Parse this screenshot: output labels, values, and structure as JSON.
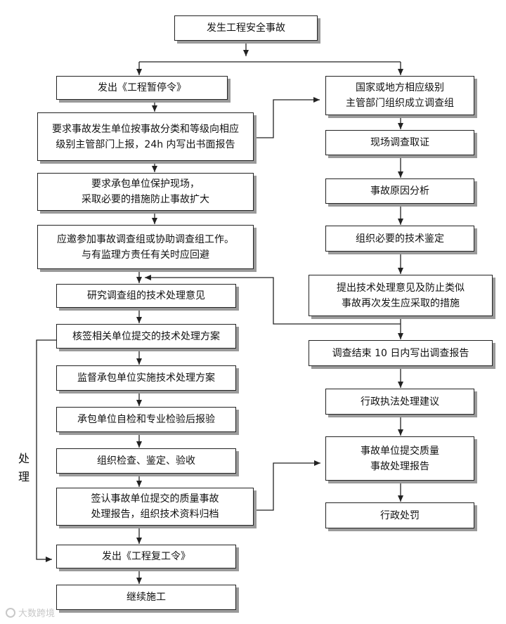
{
  "nodes": {
    "start": "发生工程安全事故",
    "stop_order": "发出《工程暂停令》",
    "report_line1": "要求事故发生单位按事故分类和等级向相应",
    "report_line2": "级别主管部门上报，24h 内写出书面报告",
    "protect_line1": "要求承包单位保护现场，",
    "protect_line2": "采取必要的措施防止事故扩大",
    "join_line1": "应邀参加事故调查组或协助调查组工作。",
    "join_line2": "与有监理方责任有关时应回避",
    "study": "研究调查组的技术处理意见",
    "countersign": "核签相关单位提交的技术处理方案",
    "supervise": "监督承包单位实施技术处理方案",
    "inspect_report": "承包单位自检和专业检验后报验",
    "organize_check": "组织检查、鉴定、验收",
    "sign_line1": "签认事故单位提交的质量事故",
    "sign_line2": "处理报告，组织技术资料归档",
    "resume_order": "发出《工程复工令》",
    "continue": "继续施工",
    "gov_line1": "国家或地方相应级别",
    "gov_line2": "主管部门组织成立调查组",
    "site_survey": "现场调查取证",
    "cause_analysis": "事故原因分析",
    "tech_appraisal": "组织必要的技术鉴定",
    "propose_line1": "提出技术处理意见及防止类似",
    "propose_line2": "事故再次发生应采取的措施",
    "survey_report": "调查结束 10 日内写出调查报告",
    "admin_advice": "行政执法处理建议",
    "quality_line1": "事故单位提交质量",
    "quality_line2": "事故处理报告",
    "admin_penalty": "行政处罚"
  },
  "side_label": "处理",
  "watermark": "大数跨境",
  "colors": {
    "line": "#222222",
    "shadow": "#9a9a9a",
    "text": "#111111"
  }
}
